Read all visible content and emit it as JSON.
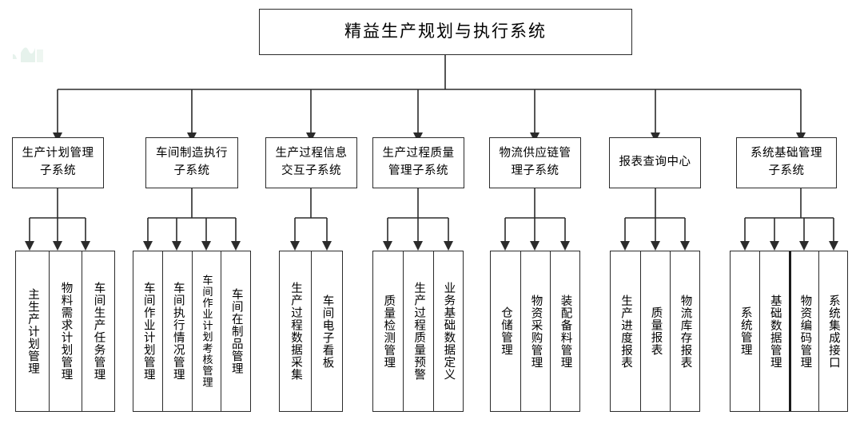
{
  "diagram": {
    "type": "hierarchy-tree",
    "title": "精益生产规划与执行系统",
    "root": {
      "label": "精益生产规划与执行系统"
    },
    "levels": 3,
    "subsystems": [
      {
        "label": "生产计划管理\n子系统",
        "line1": "生产计划管理",
        "line2": "子系统",
        "modules": [
          {
            "label": "主生产计划管理"
          },
          {
            "label": "物料需求计划管理"
          },
          {
            "label": "车间生产任务管理"
          }
        ]
      },
      {
        "label": "车间制造执行\n子系统",
        "line1": "车间制造执行",
        "line2": "子系统",
        "modules": [
          {
            "label": "车间作业计划管理"
          },
          {
            "label": "车间执行情况管理"
          },
          {
            "label": "车间作业计划考核管理"
          },
          {
            "label": "车间在制品管理"
          }
        ]
      },
      {
        "label": "生产过程信息\n交互子系统",
        "line1": "生产过程信息",
        "line2": "交互子系统",
        "modules": [
          {
            "label": "生产过程数据采集"
          },
          {
            "label": "车间电子看板"
          }
        ]
      },
      {
        "label": "生产过程质量\n管理子系统",
        "line1": "生产过程质量",
        "line2": "管理子系统",
        "modules": [
          {
            "label": "质量检测管理"
          },
          {
            "label": "生产过程质量预警"
          },
          {
            "label": "业务基础数据定义"
          }
        ]
      },
      {
        "label": "物流供应链管\n理子系统",
        "line1": "物流供应链管",
        "line2": "理子系统",
        "modules": [
          {
            "label": "仓储管理"
          },
          {
            "label": "物资采购管理"
          },
          {
            "label": "装配备料管理"
          }
        ]
      },
      {
        "label": "报表查询中心",
        "line1": "报表查询中心",
        "line2": "",
        "modules": [
          {
            "label": "生产进度报表"
          },
          {
            "label": "质量报表"
          },
          {
            "label": "物流库存报表"
          }
        ]
      },
      {
        "label": "系统基础管理\n子系统",
        "line1": "系统基础管理",
        "line2": "子系统",
        "modules": [
          {
            "label": "系统管理"
          },
          {
            "label": "基础数据管理"
          },
          {
            "label": "物资编码管理"
          },
          {
            "label": "系统集成接口"
          }
        ]
      }
    ],
    "colors": {
      "stroke": "#2b2b2b",
      "background": "#ffffff",
      "text": "#000000",
      "watermark": "#e6f2ec"
    }
  }
}
